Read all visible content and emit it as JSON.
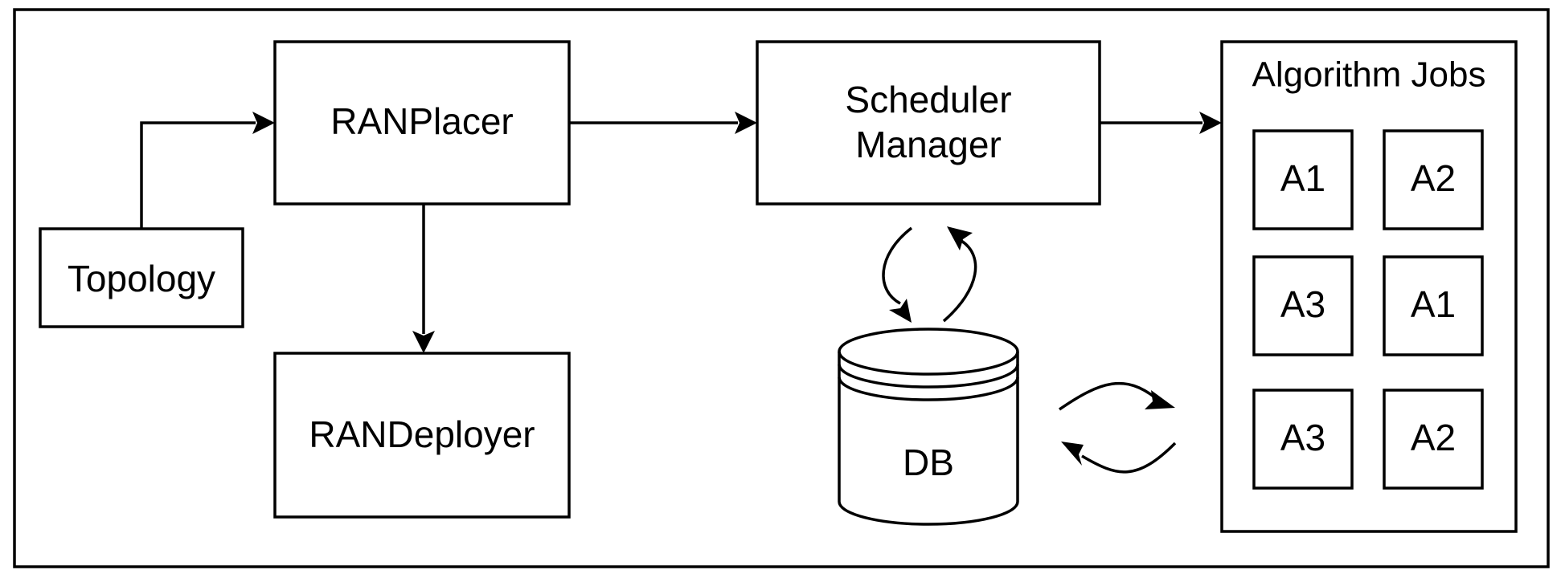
{
  "diagram": {
    "nodes": {
      "topology": "Topology",
      "ranplacer": "RANPlacer",
      "randeployer": "RANDeployer",
      "scheduler_line1": "Scheduler",
      "scheduler_line2": "Manager",
      "db": "DB",
      "algorithm_jobs": "Algorithm Jobs"
    },
    "jobs": [
      "A1",
      "A2",
      "A3",
      "A1",
      "A3",
      "A2"
    ]
  }
}
